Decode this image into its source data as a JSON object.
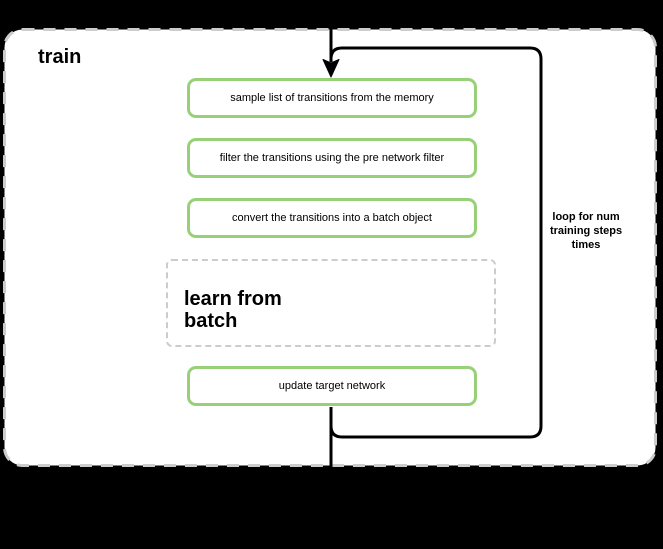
{
  "diagram": {
    "title": "train",
    "nodes": {
      "sample": "sample list of transitions from the memory",
      "filter": "filter the transitions using the pre network filter",
      "convert": "convert the transitions into a batch object",
      "learn": "learn from\nbatch",
      "update": "update target network"
    },
    "loop_label": "loop for num\ntraining steps\ntimes",
    "colors": {
      "node_border": "#97d077",
      "container_border": "#cccccc",
      "flow_line": "#000000",
      "panel_fill": "#ffffff",
      "background": "#000000"
    }
  }
}
